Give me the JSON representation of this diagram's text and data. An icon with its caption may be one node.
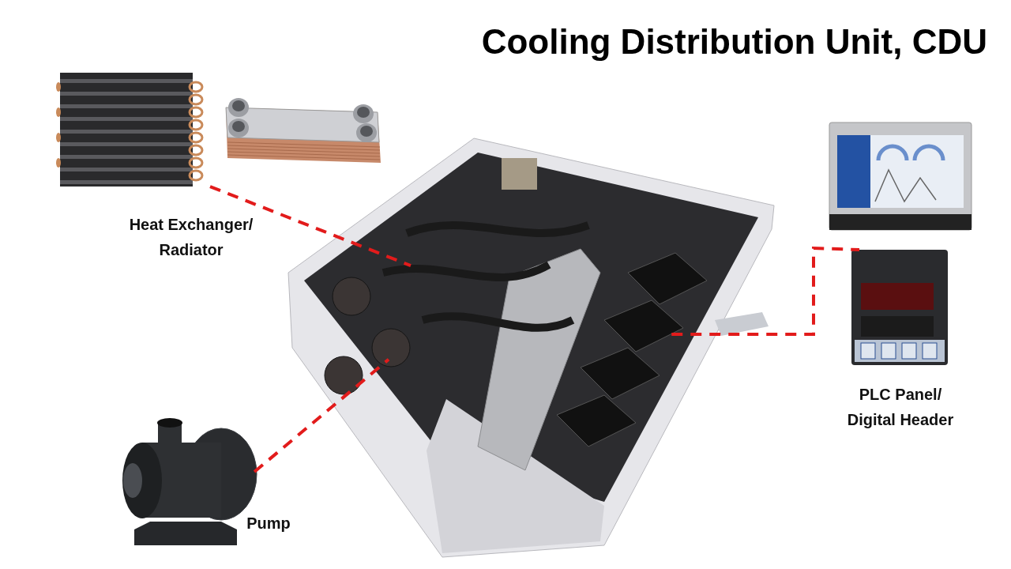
{
  "diagram": {
    "title": "Cooling Distribution Unit, CDU",
    "nodes": [
      {
        "text": [],
        "shape": "picture"
      },
      {
        "text": [],
        "shape": "picture"
      },
      {
        "text": [],
        "shape": "picture"
      },
      {
        "text": [],
        "shape": "picture"
      },
      {
        "text": [],
        "shape": "picture"
      },
      {
        "text": [],
        "shape": "picture"
      }
    ],
    "edges": [
      {
        "from": 0,
        "to": 2,
        "arrow": "none",
        "style": "dashed"
      },
      {
        "from": 3,
        "to": 2,
        "arrow": "none",
        "style": "dashed"
      },
      {
        "from": 2,
        "to": 5,
        "arrow": "none",
        "style": "dashed"
      }
    ],
    "labels": [
      "Heat Exchanger/ Radiator",
      "PLC Panel/ Digital Header",
      "Pump"
    ]
  }
}
